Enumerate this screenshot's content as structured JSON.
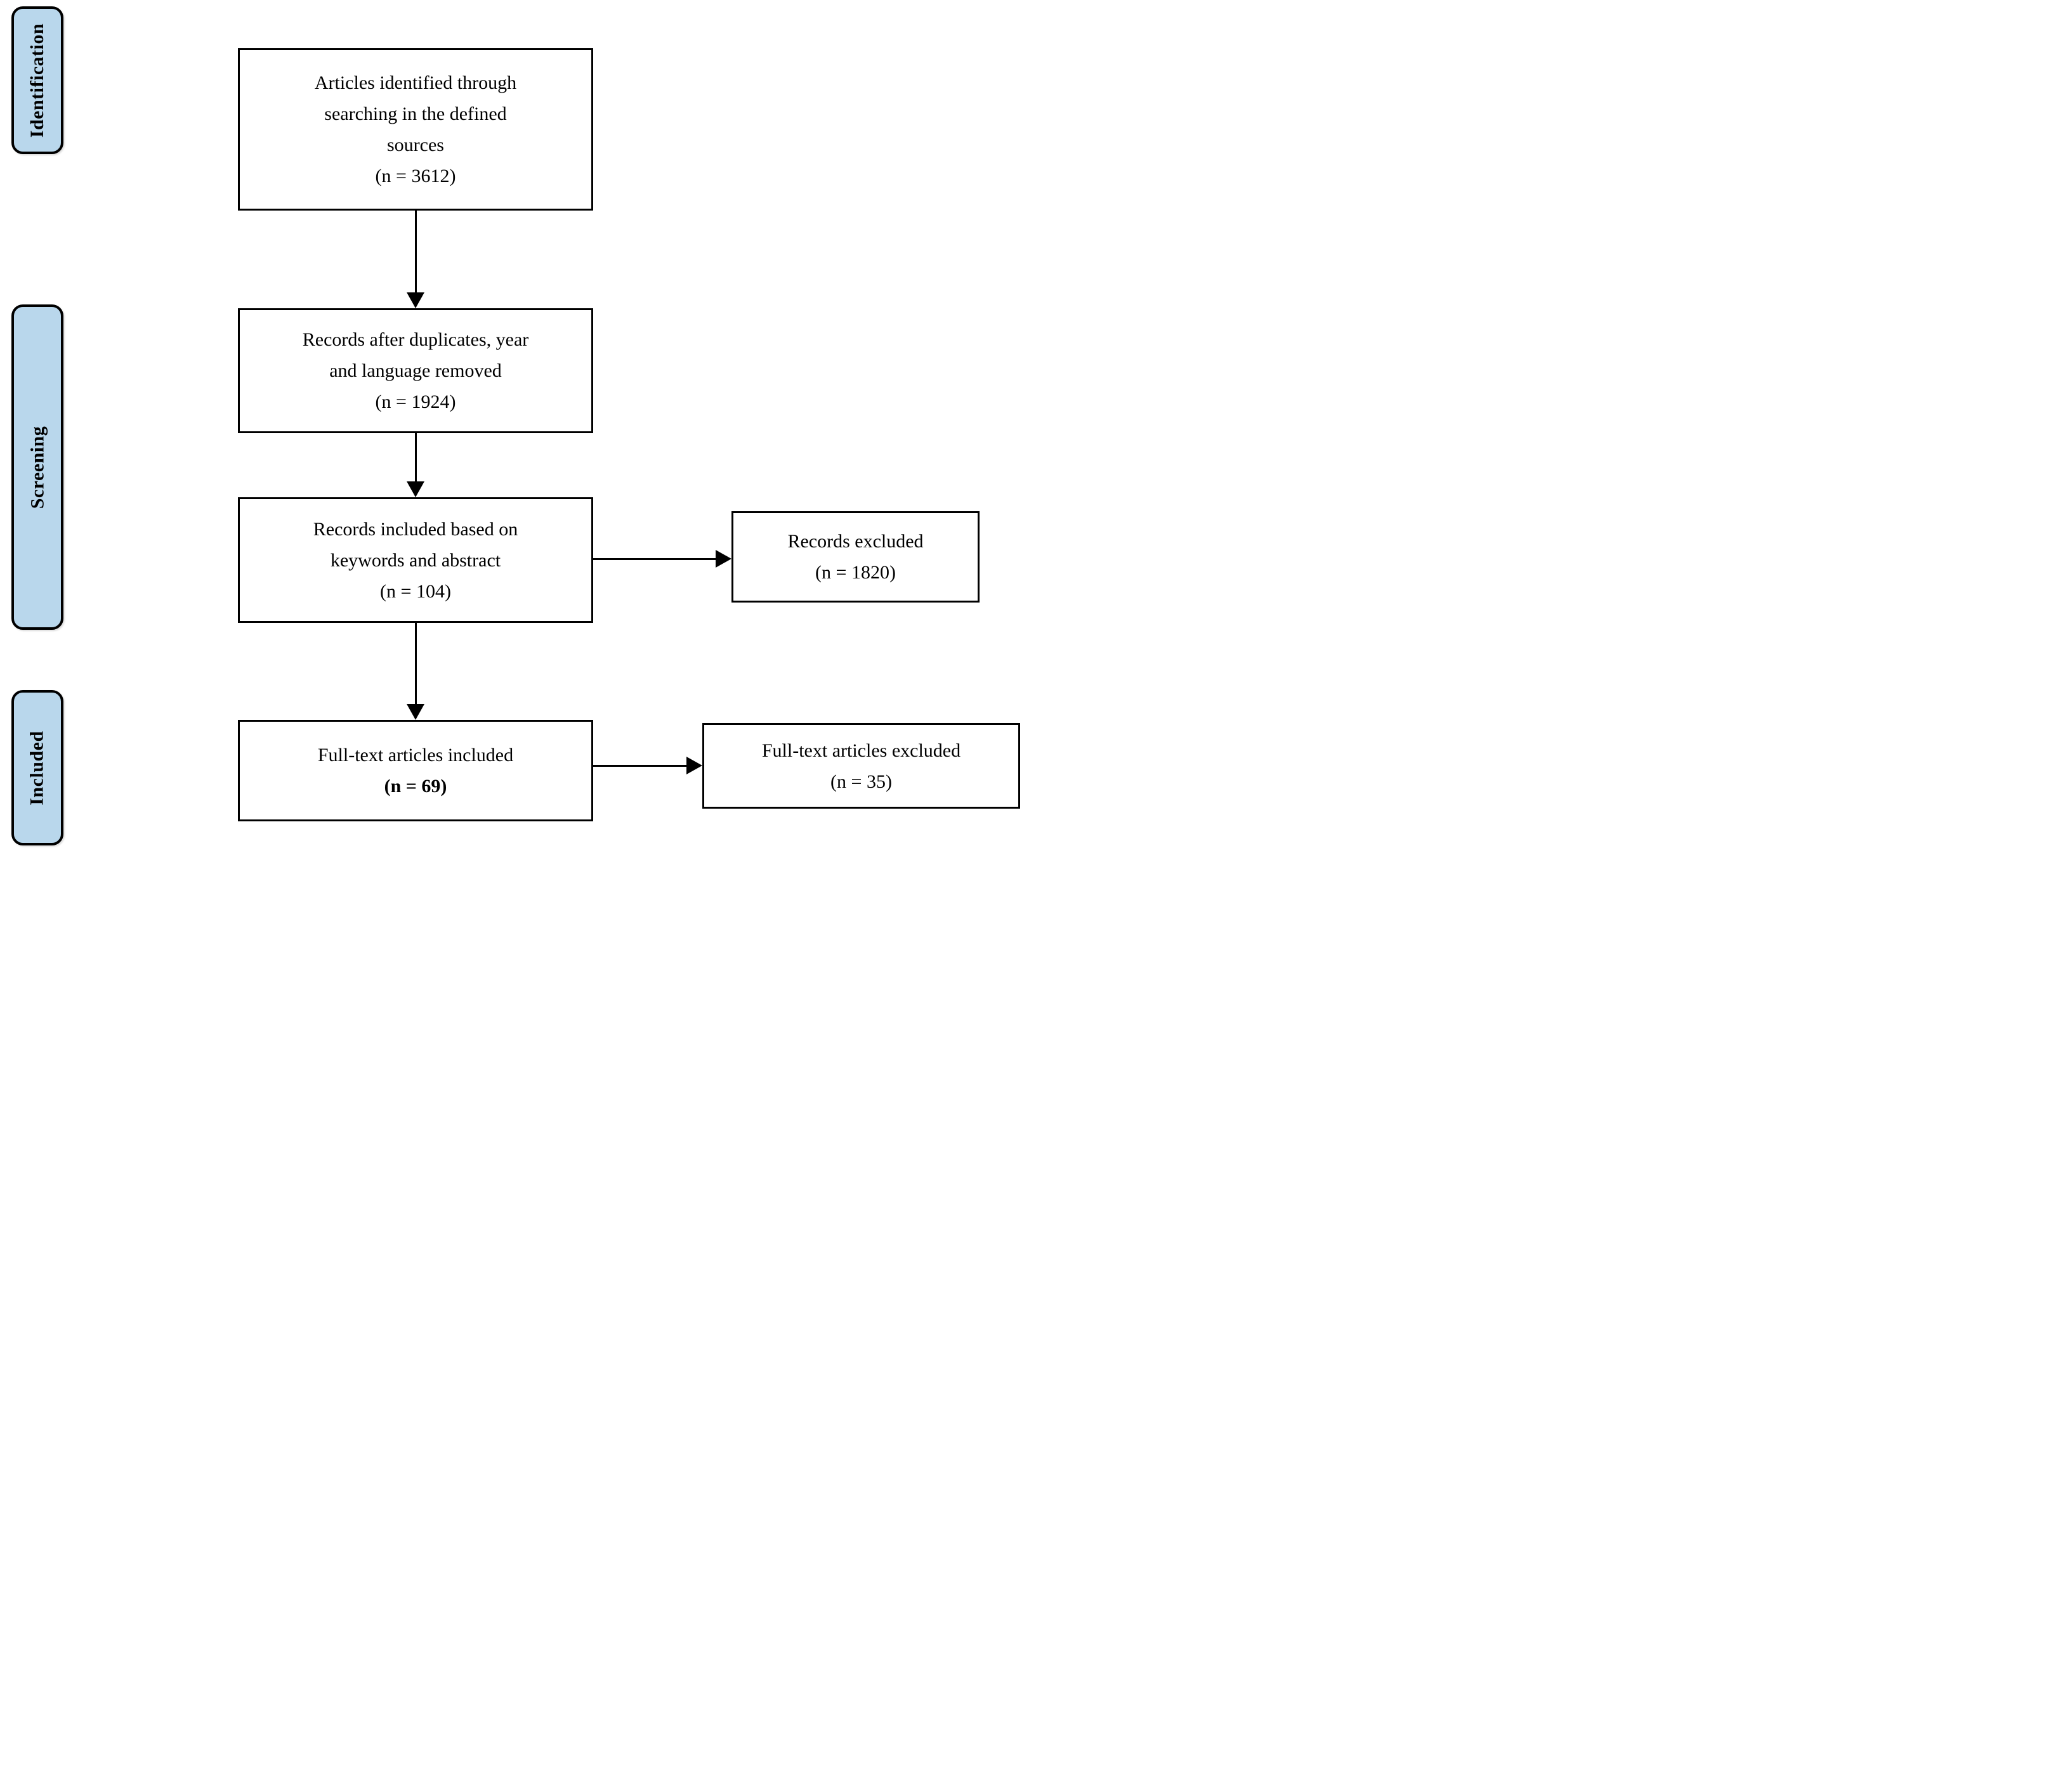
{
  "colors": {
    "stage_fill": "#b9d7ec",
    "line": "#000000",
    "box_fill": "#ffffff"
  },
  "stages": {
    "identification": "Identification",
    "screening": "Screening",
    "included": "Included"
  },
  "flow": {
    "identified": {
      "text": "Articles identified through\nsearching in the defined\nsources",
      "count": "(n = 3612)"
    },
    "deduplicated": {
      "text": "Records after duplicates, year\nand language removed",
      "count": "(n = 1924)"
    },
    "keyword_screened": {
      "text": "Records included based on\nkeywords and abstract",
      "count": "(n = 104)"
    },
    "fulltext_included": {
      "text": "Full-text articles included",
      "count": "(n = 69)"
    }
  },
  "exclusions": {
    "records_excluded": {
      "text": "Records excluded",
      "count": "(n = 1820)"
    },
    "fulltext_excluded": {
      "text": "Full-text articles excluded",
      "count": "(n = 35)"
    }
  }
}
